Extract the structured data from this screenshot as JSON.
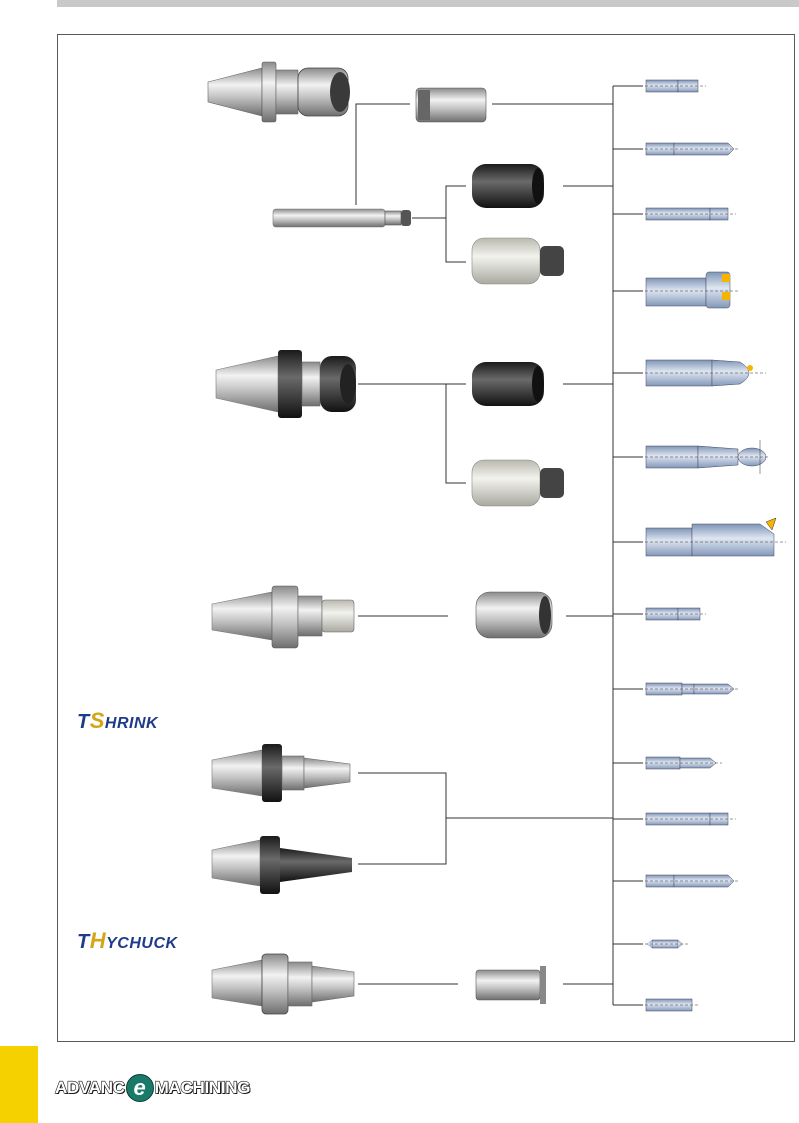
{
  "logos": {
    "tshrink": {
      "prefix": "T",
      "initial": "S",
      "rest": "HRINK"
    },
    "thychuck": {
      "prefix": "T",
      "initial": "H",
      "rest": "YCHUCK"
    }
  },
  "brand": {
    "before": "ADVANC",
    "e": "e",
    "after": "MACHINING"
  },
  "colors": {
    "accent_yellow": "#f5d100",
    "logo_blue": "#1e3a8a",
    "logo_gold": "#d4a514",
    "line": "#333333",
    "frame": "#5a5a5a"
  }
}
